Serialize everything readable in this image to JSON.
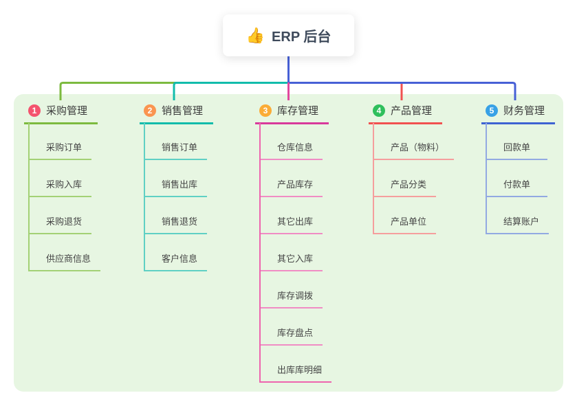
{
  "root": {
    "icon": "👍",
    "label": "ERP 后台"
  },
  "branches": [
    {
      "index": "1",
      "label": "采购管理",
      "children": [
        "采购订单",
        "采购入库",
        "采购退货",
        "供应商信息"
      ]
    },
    {
      "index": "2",
      "label": "销售管理",
      "children": [
        "销售订单",
        "销售出库",
        "销售退货",
        "客户信息"
      ]
    },
    {
      "index": "3",
      "label": "库存管理",
      "children": [
        "仓库信息",
        "产品库存",
        "其它出库",
        "其它入库",
        "库存调拨",
        "库存盘点",
        "出库库明细"
      ]
    },
    {
      "index": "4",
      "label": "产品管理",
      "children": [
        "产品（物料）",
        "产品分类",
        "产品单位"
      ]
    },
    {
      "index": "5",
      "label": "财务管理",
      "children": [
        "回款单",
        "付款单",
        "结算账户"
      ]
    }
  ],
  "colors": {
    "panel_bg": "#e7f6e2",
    "root_connector": "#4760d6",
    "branches": [
      {
        "line": "#7cba3f",
        "child_line": "#a3d175",
        "badge": "#f4536e"
      },
      {
        "line": "#12bcab",
        "child_line": "#5fd0c4",
        "badge": "#fa9550"
      },
      {
        "line": "#d8399b",
        "child_line": "#f08cc4",
        "badge": "#fbac36",
        "drop": "#e2479f"
      },
      {
        "line": "#f15150",
        "child_line": "#f59e9d",
        "badge": "#2fbf5c"
      },
      {
        "line": "#3e63d2",
        "child_line": "#92a9e2",
        "badge": "#38a1e6"
      }
    ]
  }
}
